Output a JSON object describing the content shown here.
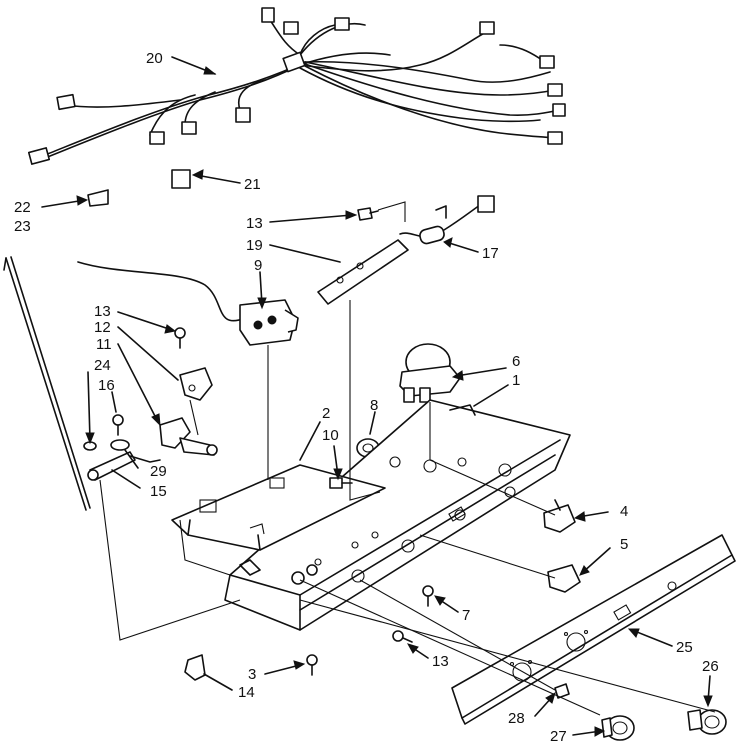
{
  "callouts": [
    {
      "id": "c20",
      "text": "20"
    },
    {
      "id": "c21",
      "text": "21"
    },
    {
      "id": "c22",
      "text": "22"
    },
    {
      "id": "c23",
      "text": "23"
    },
    {
      "id": "c13a",
      "text": "13"
    },
    {
      "id": "c19",
      "text": "19"
    },
    {
      "id": "c17",
      "text": "17"
    },
    {
      "id": "c9",
      "text": "9"
    },
    {
      "id": "c13b",
      "text": "13"
    },
    {
      "id": "c12",
      "text": "12"
    },
    {
      "id": "c11",
      "text": "11"
    },
    {
      "id": "c24",
      "text": "24"
    },
    {
      "id": "c16",
      "text": "16"
    },
    {
      "id": "c6",
      "text": "6"
    },
    {
      "id": "c1",
      "text": "1"
    },
    {
      "id": "c8",
      "text": "8"
    },
    {
      "id": "c2",
      "text": "2"
    },
    {
      "id": "c10",
      "text": "10"
    },
    {
      "id": "c29",
      "text": "29"
    },
    {
      "id": "c15",
      "text": "15"
    },
    {
      "id": "c4",
      "text": "4"
    },
    {
      "id": "c5",
      "text": "5"
    },
    {
      "id": "c7",
      "text": "7"
    },
    {
      "id": "c25",
      "text": "25"
    },
    {
      "id": "c13c",
      "text": "13"
    },
    {
      "id": "c3",
      "text": "3"
    },
    {
      "id": "c14",
      "text": "14"
    },
    {
      "id": "c26",
      "text": "26"
    },
    {
      "id": "c28",
      "text": "28"
    },
    {
      "id": "c27",
      "text": "27"
    }
  ]
}
